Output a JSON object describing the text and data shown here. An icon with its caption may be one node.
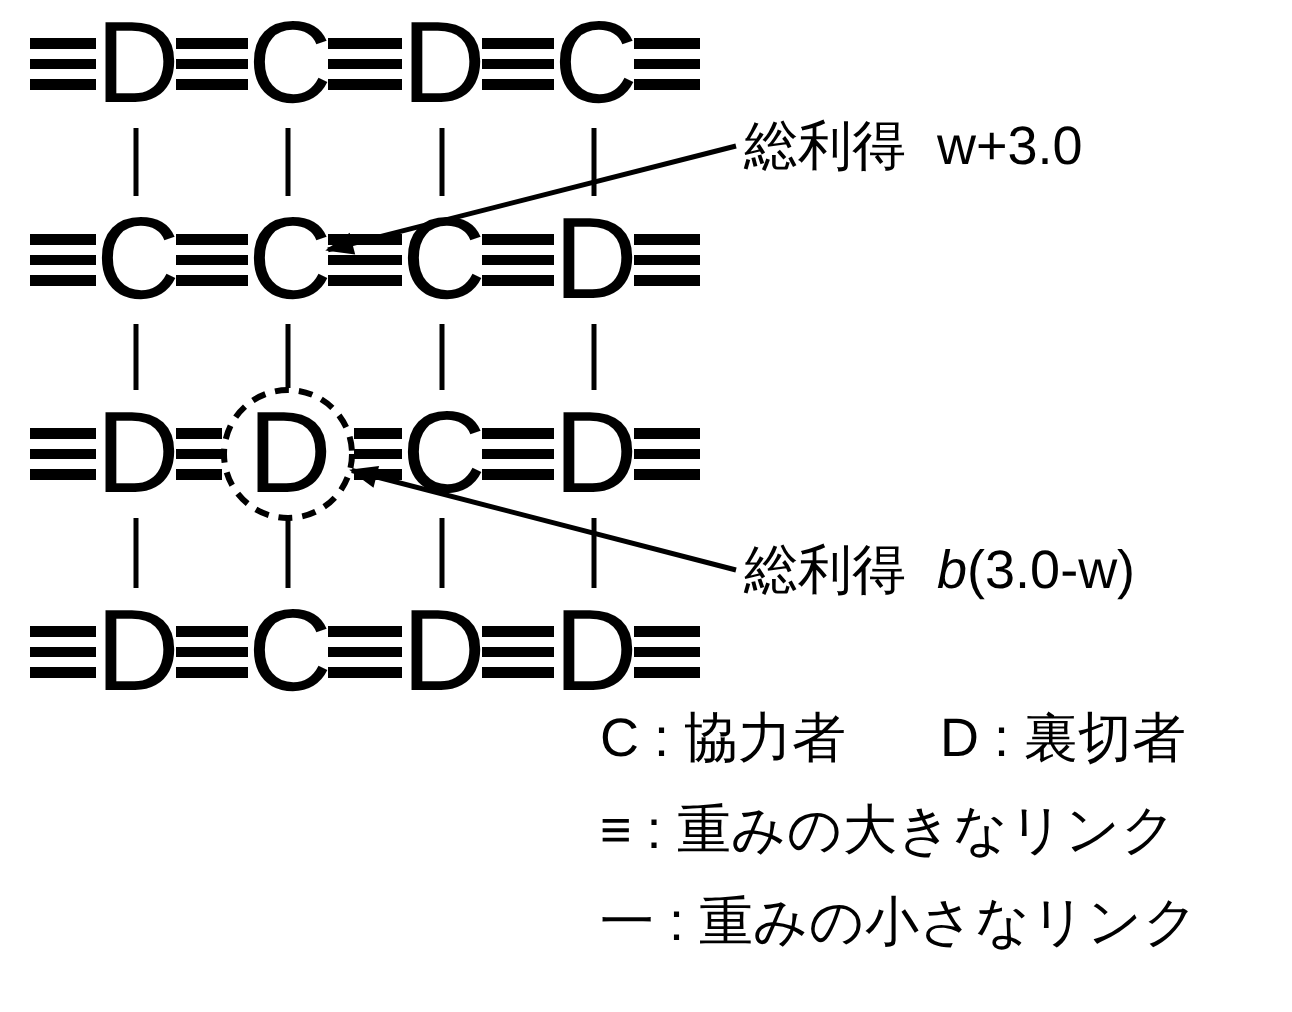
{
  "diagram": {
    "nodes": [
      {
        "text": [
          "D"
        ]
      },
      {
        "text": [
          "C"
        ]
      },
      {
        "text": [
          "D"
        ]
      },
      {
        "text": [
          "C"
        ]
      },
      {
        "text": [
          "C"
        ]
      },
      {
        "text": [
          "C"
        ]
      },
      {
        "text": [
          "C"
        ]
      },
      {
        "text": [
          "D"
        ]
      },
      {
        "text": [
          "D"
        ]
      },
      {
        "text": [],
        "shape": "circle"
      },
      {
        "text": [
          "D"
        ],
        "in": 9
      },
      {
        "text": [
          "C"
        ]
      },
      {
        "text": [
          "D"
        ]
      },
      {
        "text": [
          "D"
        ]
      },
      {
        "text": [
          "C"
        ]
      },
      {
        "text": [
          "D"
        ]
      },
      {
        "text": [
          "D"
        ]
      },
      {
        "text": [
          "総利得 w+3.0"
        ]
      },
      {
        "text": [
          "総利得 *b*(3.0-w)"
        ]
      }
    ],
    "edges": [
      {
        "from": null,
        "to": 0,
        "arrow": "none",
        "style": "thick"
      },
      {
        "from": 0,
        "to": 1,
        "arrow": "none",
        "style": "thick"
      },
      {
        "from": 1,
        "to": 2,
        "arrow": "none",
        "style": "thick"
      },
      {
        "from": 2,
        "to": 3,
        "arrow": "none",
        "style": "thick"
      },
      {
        "from": 3,
        "to": null,
        "arrow": "none",
        "style": "thick"
      },
      {
        "from": null,
        "to": 4,
        "arrow": "none",
        "style": "thick"
      },
      {
        "from": 4,
        "to": 5,
        "arrow": "none",
        "style": "thick"
      },
      {
        "from": 5,
        "to": 6,
        "arrow": "none",
        "style": "thick"
      },
      {
        "from": 6,
        "to": 7,
        "arrow": "none",
        "style": "thick"
      },
      {
        "from": 7,
        "to": null,
        "arrow": "none",
        "style": "thick"
      },
      {
        "from": null,
        "to": 8,
        "arrow": "none",
        "style": "thick"
      },
      {
        "from": 8,
        "to": 9,
        "arrow": "none",
        "style": "thick"
      },
      {
        "from": 9,
        "to": 11,
        "arrow": "none",
        "style": "thick"
      },
      {
        "from": 11,
        "to": 12,
        "arrow": "none",
        "style": "thick"
      },
      {
        "from": 12,
        "to": null,
        "arrow": "none",
        "style": "thick"
      },
      {
        "from": null,
        "to": 13,
        "arrow": "none",
        "style": "thick"
      },
      {
        "from": 13,
        "to": 14,
        "arrow": "none",
        "style": "thick"
      },
      {
        "from": 14,
        "to": 15,
        "arrow": "none",
        "style": "thick"
      },
      {
        "from": 15,
        "to": 16,
        "arrow": "none",
        "style": "thick"
      },
      {
        "from": 16,
        "to": null,
        "arrow": "none",
        "style": "thick"
      },
      {
        "from": 0,
        "to": 4,
        "arrow": "none"
      },
      {
        "from": 1,
        "to": 5,
        "arrow": "none"
      },
      {
        "from": 2,
        "to": 6,
        "arrow": "none"
      },
      {
        "from": 3,
        "to": 7,
        "arrow": "none"
      },
      {
        "from": 4,
        "to": 8,
        "arrow": "none"
      },
      {
        "from": 5,
        "to": 9,
        "arrow": "none"
      },
      {
        "from": 6,
        "to": 11,
        "arrow": "none"
      },
      {
        "from": 7,
        "to": 12,
        "arrow": "none"
      },
      {
        "from": 8,
        "to": 13,
        "arrow": "none"
      },
      {
        "from": 9,
        "to": 14,
        "arrow": "none"
      },
      {
        "from": 11,
        "to": 15,
        "arrow": "none"
      },
      {
        "from": 12,
        "to": 16,
        "arrow": "none"
      },
      {
        "from": 17,
        "to": 5,
        "arrow": "to"
      },
      {
        "from": 18,
        "to": 9,
        "arrow": "to"
      }
    ],
    "labels": [
      "C : 協力者",
      "D : 裏切者",
      "≡ : 重みの大きなリンク",
      "一 : 重みの小さなリンク"
    ]
  }
}
